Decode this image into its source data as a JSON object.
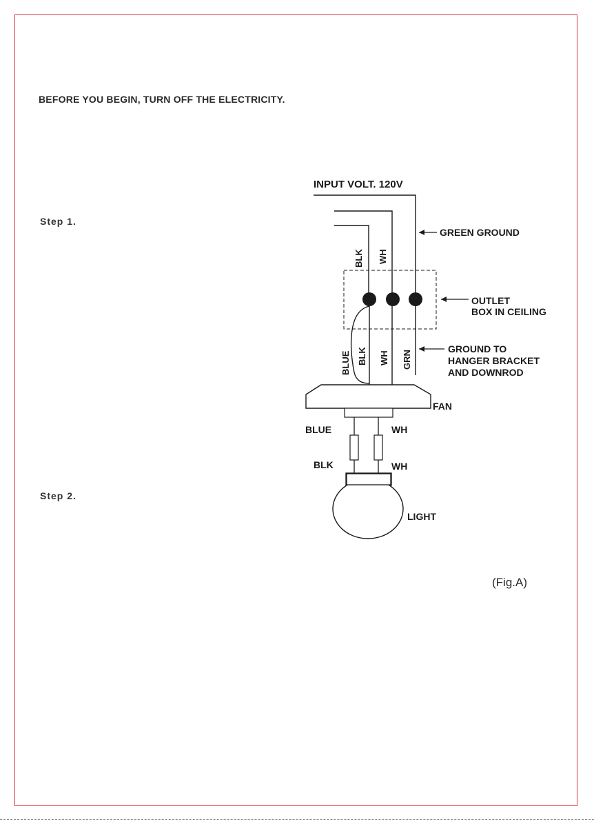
{
  "warning": "BEFORE YOU BEGIN, TURN OFF THE ELECTRICITY.",
  "steps": [
    "Step 1.",
    "Step 2."
  ],
  "figure": {
    "label": "(Fig.A)",
    "input_voltage": "INPUT VOLT. 120V",
    "green_ground": "GREEN GROUND",
    "outlet_box": [
      "OUTLET",
      "BOX IN CEILING"
    ],
    "ground_bracket": [
      "GROUND TO",
      "HANGER BRACKET",
      "AND DOWNROD"
    ],
    "fan": "FAN",
    "light": "LIGHT",
    "wires": {
      "upper_blk": "BLK",
      "upper_wh": "WH",
      "lower_blue": "BLUE",
      "lower_blk": "BLK",
      "lower_wh": "WH",
      "lower_grn": "GRN",
      "fan_blue": "BLUE",
      "fan_wh": "WH",
      "light_blk": "BLK",
      "light_wh": "WH"
    }
  }
}
